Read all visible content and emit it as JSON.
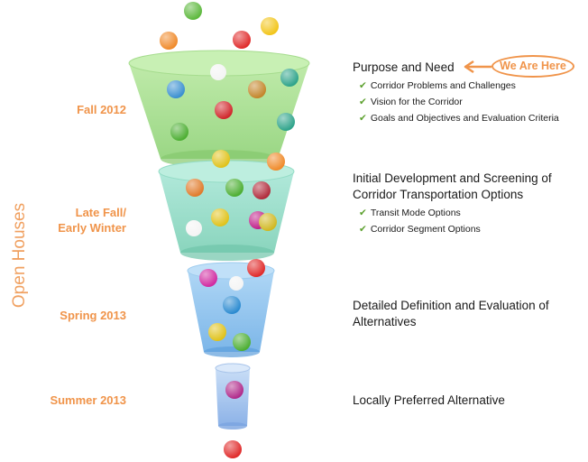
{
  "side_label": "Open Houses",
  "phases": [
    {
      "label": "Fall 2012"
    },
    {
      "label_line1": "Late Fall/",
      "label_line2": "Early Winter"
    },
    {
      "label": "Spring 2013"
    },
    {
      "label": "Summer 2013"
    }
  ],
  "stages": [
    {
      "title": "Purpose and Need",
      "bullets": [
        "Corridor Problems and Challenges",
        "Vision for the Corridor",
        "Goals and Objectives and Evaluation Criteria"
      ]
    },
    {
      "title_line1": "Initial Development and Screening of",
      "title_line2": "Corridor Transportation Options",
      "bullets": [
        "Transit Mode Options",
        "Corridor Segment Options"
      ]
    },
    {
      "title_line1": "Detailed Definition and Evaluation of",
      "title_line2": "Alternatives"
    },
    {
      "title": "Locally Preferred Alternative"
    }
  ],
  "marker": {
    "label": "We Are Here"
  },
  "colors": {
    "accent": "#f0944a",
    "check": "#5da12f",
    "funnel_green": "#9fdc86",
    "funnel_teal": "#8fd9c8",
    "funnel_blue": "#8ec2ec",
    "funnel_small": "#a8c8ee"
  }
}
